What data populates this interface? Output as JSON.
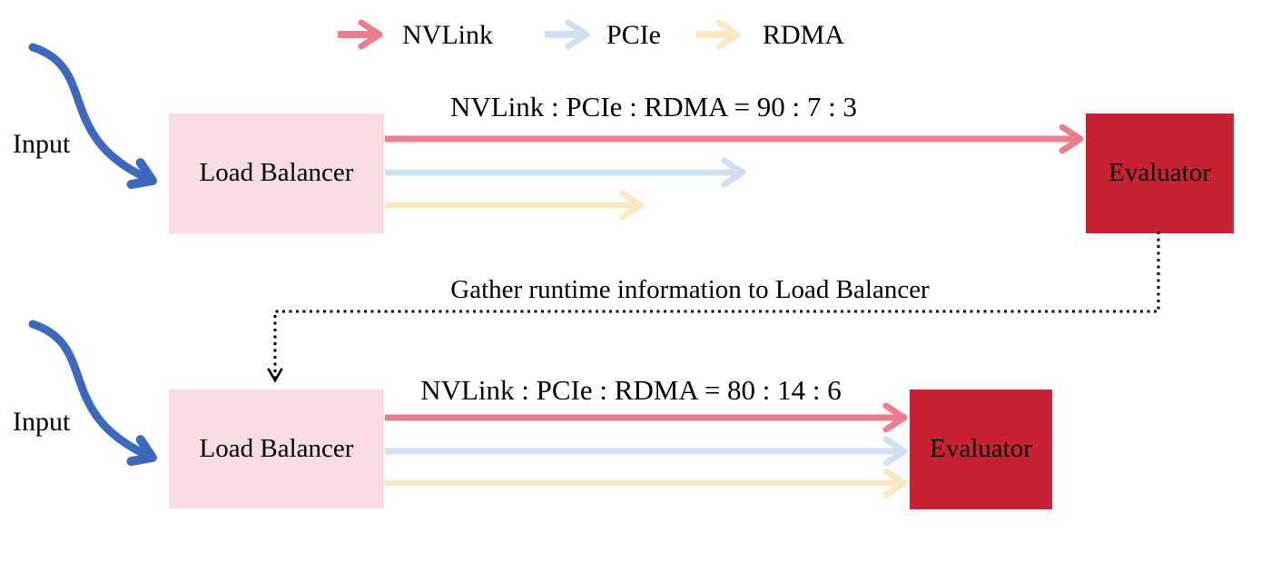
{
  "figure": {
    "description": "Load balancer splits traffic to evaluator across NVLink, PCIe and RDMA links; evaluator feeds runtime information back to the load balancer which rebalances the ratio"
  },
  "colors": {
    "nvlink": "#ea7e8c",
    "pcie": "#cfe0f2",
    "rdma": "#fbe8c7",
    "load_balancer_fill": "#f9dce1",
    "evaluator_fill": "#c82333",
    "input_arrow": "#3e68be",
    "feedback_line": "#000000"
  },
  "legend": {
    "items": [
      {
        "id": "nvlink",
        "label": "NVLink",
        "color": "#ea7e8c"
      },
      {
        "id": "pcie",
        "label": "PCIe",
        "color": "#cfe0f2"
      },
      {
        "id": "rdma",
        "label": "RDMA",
        "color": "#fbe8c7"
      }
    ]
  },
  "top_flow": {
    "input_label": "Input",
    "source_label": "Load Balancer",
    "target_label": "Evaluator",
    "ratio_label": "NVLink : PCIe : RDMA = 90 : 7 : 3",
    "ratio": {
      "nvlink": 90,
      "pcie": 7,
      "rdma": 3
    }
  },
  "feedback": {
    "label": "Gather runtime information to Load Balancer"
  },
  "bottom_flow": {
    "input_label": "Input",
    "source_label": "Load Balancer",
    "target_label": "Evaluator",
    "ratio_label": "NVLink : PCIe : RDMA = 80 : 14 : 6",
    "ratio": {
      "nvlink": 80,
      "pcie": 14,
      "rdma": 6
    }
  }
}
